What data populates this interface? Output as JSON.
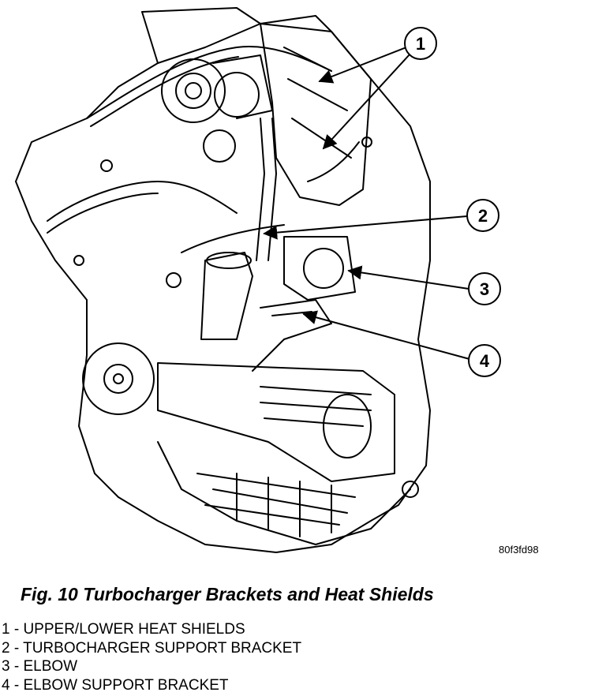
{
  "figure": {
    "image_code": "80f3fd98",
    "caption": "Fig. 10 Turbocharger Brackets and Heat Shields",
    "callouts": [
      "1",
      "2",
      "3",
      "4"
    ],
    "legend": [
      "1 - UPPER/LOWER HEAT SHIELDS",
      "2 - TURBOCHARGER SUPPORT BRACKET",
      "3 - ELBOW",
      "4 - ELBOW SUPPORT BRACKET"
    ]
  }
}
